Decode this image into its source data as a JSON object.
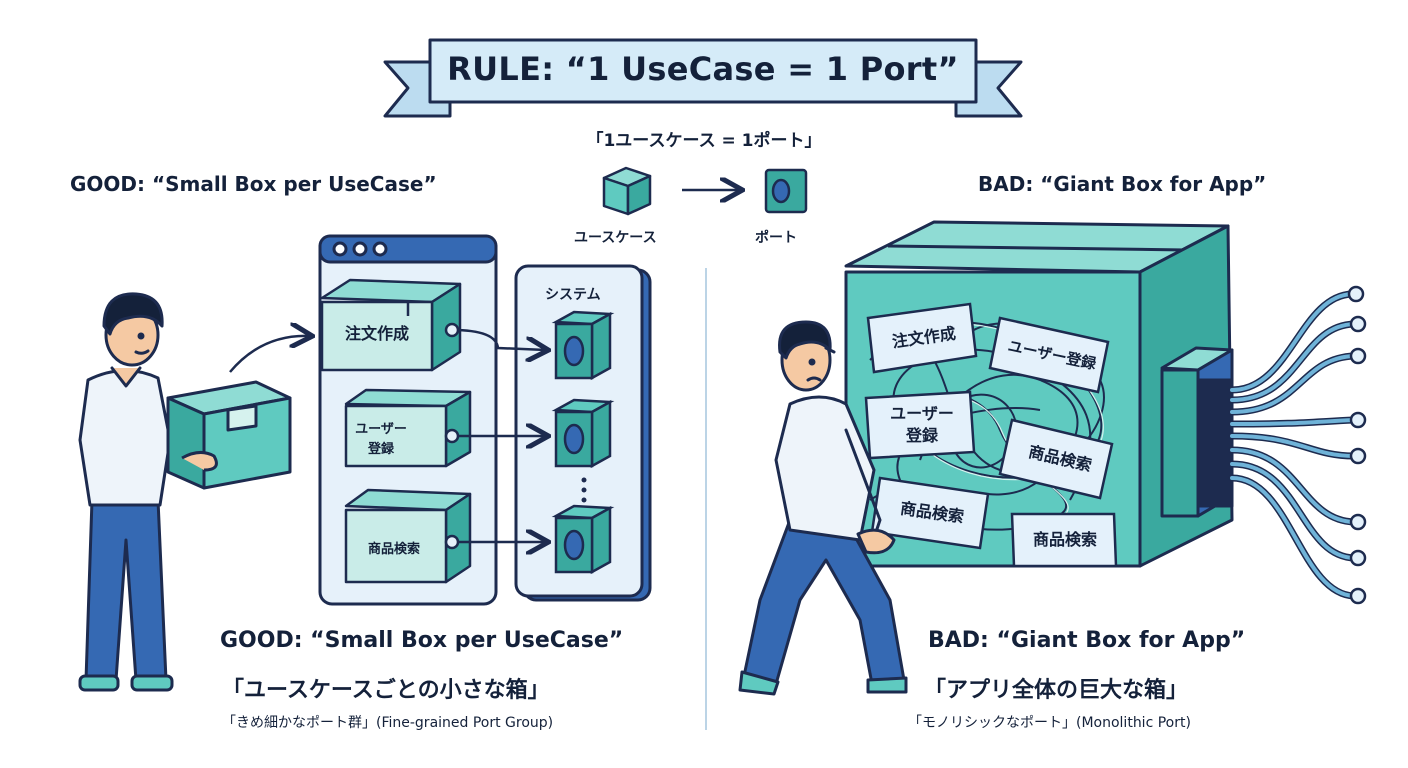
{
  "banner": {
    "title": "RULE: “1 UseCase = 1 Port”",
    "subtitle": "「1ユースケース = 1ポート」"
  },
  "legend": {
    "usecase_label": "ユースケース",
    "port_label": "ポート"
  },
  "good": {
    "heading": "GOOD: “Small Box per UseCase”",
    "system_label": "システム",
    "usecases": [
      "注文作成",
      "ユーザー\n登録",
      "商品検索"
    ],
    "bottom_title": "GOOD: “Small Box per UseCase”",
    "bottom_jp": "「ユースケースごとの小さな箱」",
    "bottom_note": "「きめ細かなポート群」(Fine-grained Port Group)"
  },
  "bad": {
    "heading": "BAD: “Giant Box for App”",
    "tags": [
      "注文作成",
      "ユーザー登録",
      "ユーザー\n登録",
      "商品検索",
      "商品検索",
      "商品検索"
    ],
    "bottom_title": "BAD: “Giant Box for App”",
    "bottom_jp": "「アプリ全体の巨大な箱」",
    "bottom_note": "「モノリシックなポート」(Monolithic Port)"
  },
  "colors": {
    "outline": "#1d2b4f",
    "teal": "#5fcac0",
    "teal_dark": "#3aa99f",
    "blue": "#3569b3",
    "light_blue": "#d6ebf7",
    "banner": "#d5ebf8"
  }
}
